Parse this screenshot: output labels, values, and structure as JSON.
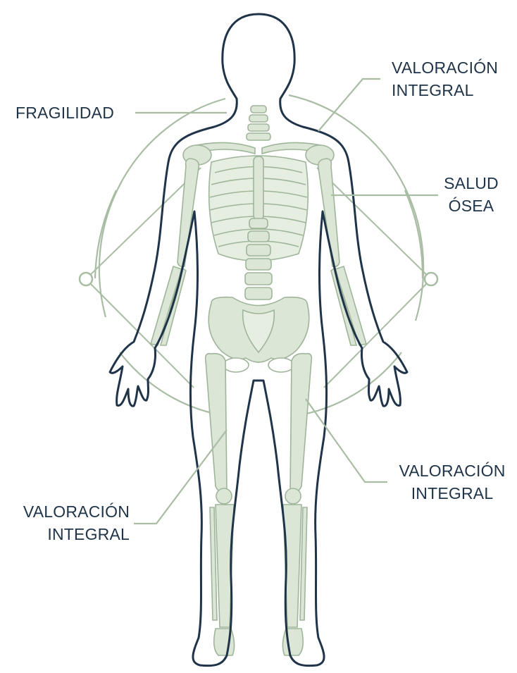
{
  "labels": {
    "fragilidad": "FRAGILIDAD",
    "valoracion_top": [
      "VALORACIÓN",
      "INTEGRAL"
    ],
    "salud_osea": [
      "SALUD",
      "ÓSEA"
    ],
    "valoracion_bottom_right": [
      "VALORACIÓN",
      "INTEGRAL"
    ],
    "valoracion_bottom_left": [
      "VALORACIÓN",
      "INTEGRAL"
    ]
  },
  "colors": {
    "outline": "#1f3448",
    "bone_fill": "#dbe6d6",
    "bone_stroke": "#9fb59a",
    "callout": "#a8bda3",
    "text": "#1f3448"
  }
}
